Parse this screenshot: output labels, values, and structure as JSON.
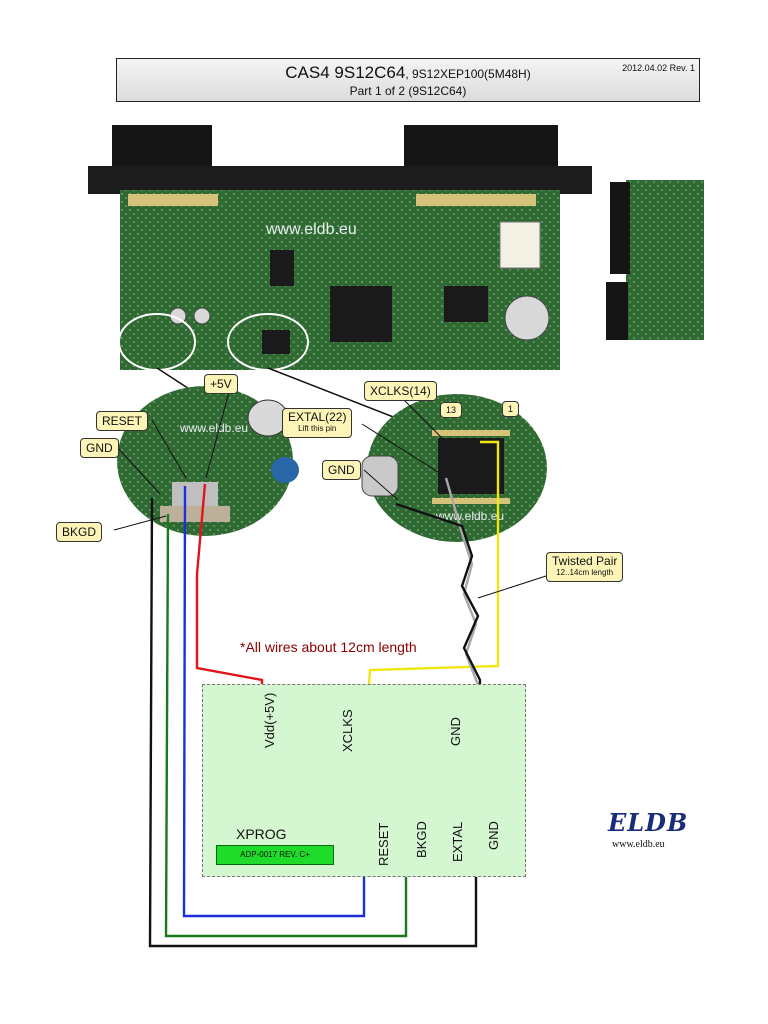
{
  "header": {
    "title_main": "CAS4 9S12C64",
    "title_rest": ", 9S12XEP100(5M48H)",
    "subtitle": "Part 1 of 2 (9S12C64)",
    "revision": "2012.04.02 Rev. 1"
  },
  "watermarks": {
    "board": "www.eldb.eu"
  },
  "callouts": {
    "plus5v": "+5V",
    "reset": "RESET",
    "gnd_left": "GND",
    "bkgd": "BKGD",
    "xclks14": "XCLKS(14)",
    "extal22": "EXTAL(22)",
    "extal22_note": "Lift this pin",
    "gnd_right": "GND",
    "twisted_pair": "Twisted Pair",
    "twisted_pair_note": "12..14cm length",
    "pin13": "13",
    "pin1": "1"
  },
  "wire_note": "*All wires about 12cm length",
  "adapter": {
    "name": "XPROG",
    "badge": "ADP-0017 REV. C+",
    "top_labels": [
      "Vdd(+5V)",
      "XCLKS",
      "GND"
    ],
    "bottom_labels": [
      "RESET",
      "BKGD",
      "EXTAL",
      "GND"
    ]
  },
  "logo": {
    "text": "ELDB",
    "url": "www.eldb.eu"
  },
  "colors": {
    "plus5v": "#e0141a",
    "reset": "#1d2fd8",
    "bkgd": "#187a18",
    "gnd": "#111111",
    "xclks": "#f2e60f",
    "extal": "#a8a8a8",
    "pcb": "#2f6a32",
    "adapter_bg": "#d4f7d2"
  }
}
